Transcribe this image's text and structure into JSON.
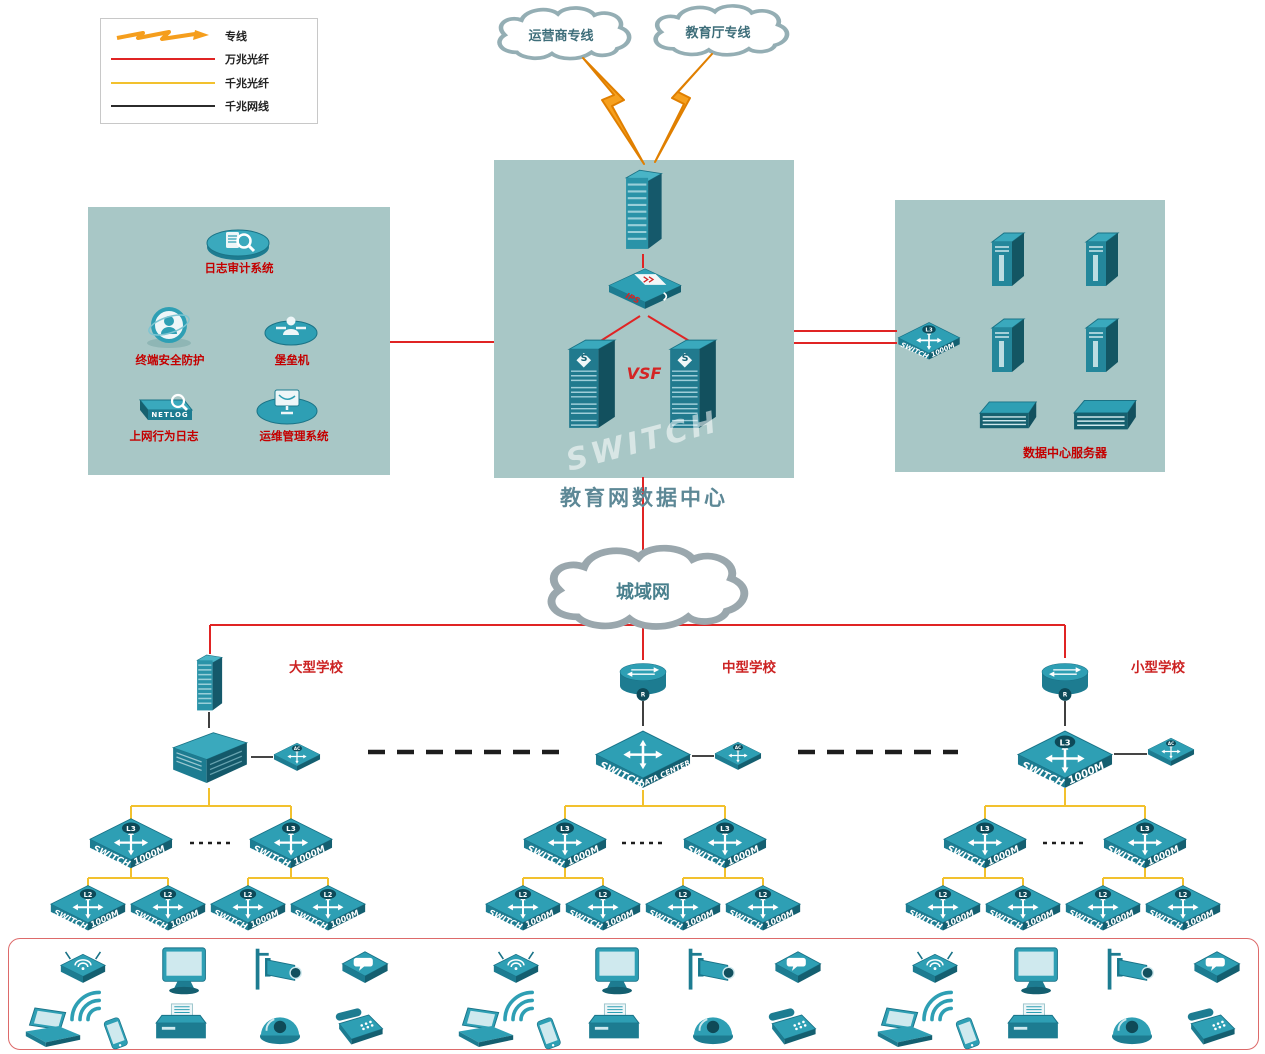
{
  "legend": {
    "items": [
      {
        "label": "专线",
        "type": "lightning",
        "color": "#f59e1d"
      },
      {
        "label": "万兆光纤",
        "type": "line",
        "color": "#e02424"
      },
      {
        "label": "千兆光纤",
        "type": "line",
        "color": "#f2c12e"
      },
      {
        "label": "千兆网线",
        "type": "line",
        "color": "#2b2b2b"
      }
    ]
  },
  "clouds": {
    "carrier": "运营商专线",
    "education": "教育厅专线",
    "man": "城域网"
  },
  "datacenter": {
    "title": "教育网数据中心",
    "ips_label": "IPS",
    "vsf_label": "VSF",
    "switch_watermark": "SWITCH",
    "tower_logo": "S"
  },
  "security_panel": {
    "items": [
      "日志审计系统",
      "终端安全防护",
      "堡垒机",
      "上网行为日志",
      "运维管理系统"
    ],
    "netlog_text": "NETLOG"
  },
  "server_panel": {
    "label": "数据中心服务器",
    "switch_line1": "SWITCH",
    "switch_line2": "1000M",
    "badge": "L3"
  },
  "schools": [
    {
      "name": "大型学校"
    },
    {
      "name": "中型学校",
      "head_line1": "SWITCH",
      "head_line2": "DATA CENTER"
    },
    {
      "name": "小型学校",
      "head_line1": "SWITCH",
      "head_line2": "1000M"
    }
  ],
  "labels": {
    "switch_word": "SWITCH",
    "speed": "1000M",
    "l3": "L3",
    "l2": "L2",
    "ac": "AC",
    "router": "R"
  }
}
